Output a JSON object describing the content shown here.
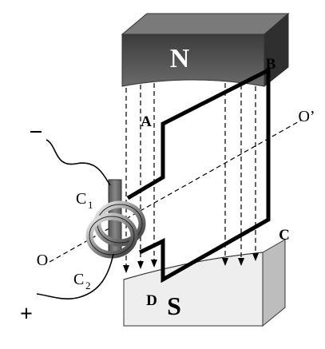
{
  "magnet": {
    "north_label": "N",
    "south_label": "S",
    "north_color": "#4a4a4a",
    "south_color": "#e6e6e6"
  },
  "coil": {
    "corner_a": "A",
    "corner_b": "B",
    "corner_c": "C",
    "corner_d": "D"
  },
  "axis": {
    "start_label": "O",
    "end_label": "O’"
  },
  "rings": {
    "c1_main": "C",
    "c1_sub": "1",
    "c2_main": "C",
    "c2_sub": "2"
  },
  "terminals": {
    "negative": "−",
    "positive": "+"
  }
}
